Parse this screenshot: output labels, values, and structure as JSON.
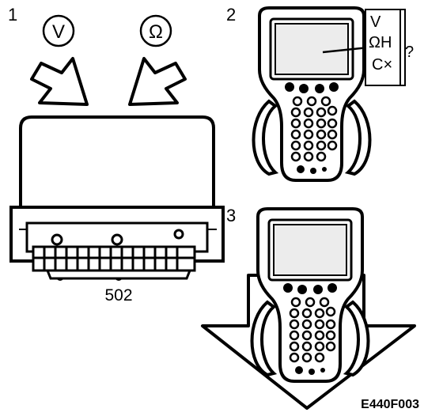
{
  "steps": {
    "one": "1",
    "two": "2",
    "three": "3"
  },
  "symbols": {
    "volt": "V",
    "ohm": "Ω"
  },
  "panel": {
    "v": "V",
    "ohm": "ΩH",
    "c": "C×",
    "q": "?"
  },
  "part_number": "502",
  "figure_code": "E440F003",
  "icons": {
    "arrow_left": "down-right-arrow-icon",
    "arrow_right": "down-left-arrow-icon",
    "arrow_big": "down-arrow-icon",
    "module": "control-module-icon",
    "tester_top": "handheld-tester-icon",
    "tester_bottom": "handheld-tester-icon"
  }
}
